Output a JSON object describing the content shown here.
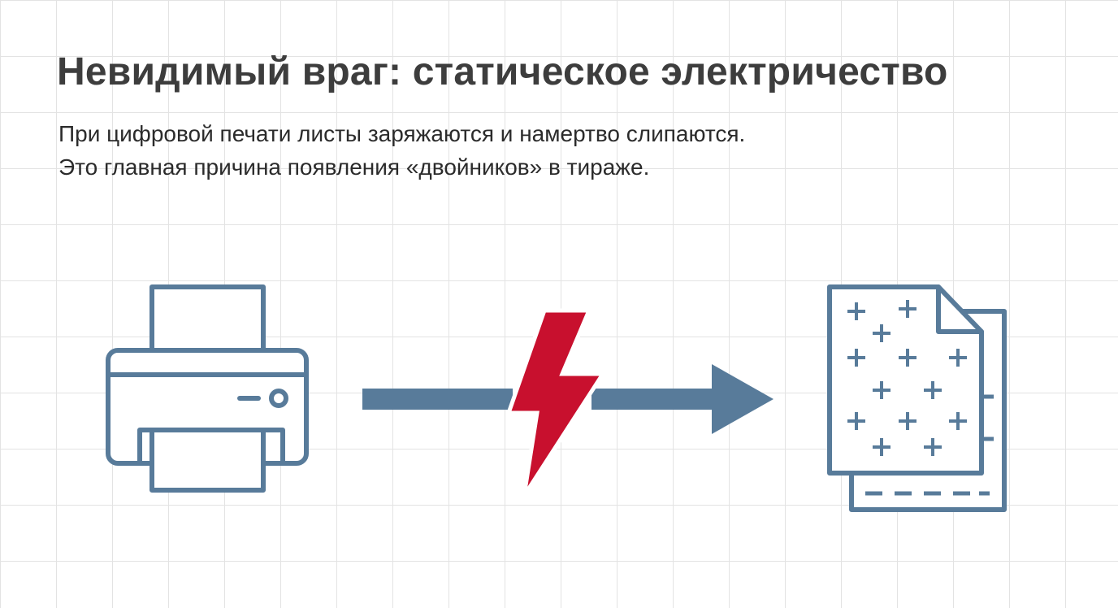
{
  "title": "Невидимый враг: статическое электричество",
  "subtitle": {
    "line1": "При цифровой печати листы заряжаются и намертво слипаются.",
    "line2": "Это главная причина появления «двойников» в тираже."
  },
  "diagram": {
    "nodes": [
      {
        "id": "printer",
        "icon": "printer-icon"
      },
      {
        "id": "static-charge",
        "icon": "lightning-bolt-icon"
      },
      {
        "id": "stuck-sheets",
        "icon": "charged-stuck-sheets-icon"
      }
    ],
    "edges": [
      {
        "from": "printer",
        "to": "stuck-sheets",
        "icon": "arrow-right-icon"
      }
    ]
  },
  "colors": {
    "background": "#ffffff",
    "grid": "#e3e3e3",
    "title": "#3d3d3d",
    "body_text": "#2b2b2b",
    "icon_stroke": "#587b9a",
    "lightning": "#c8102e"
  }
}
